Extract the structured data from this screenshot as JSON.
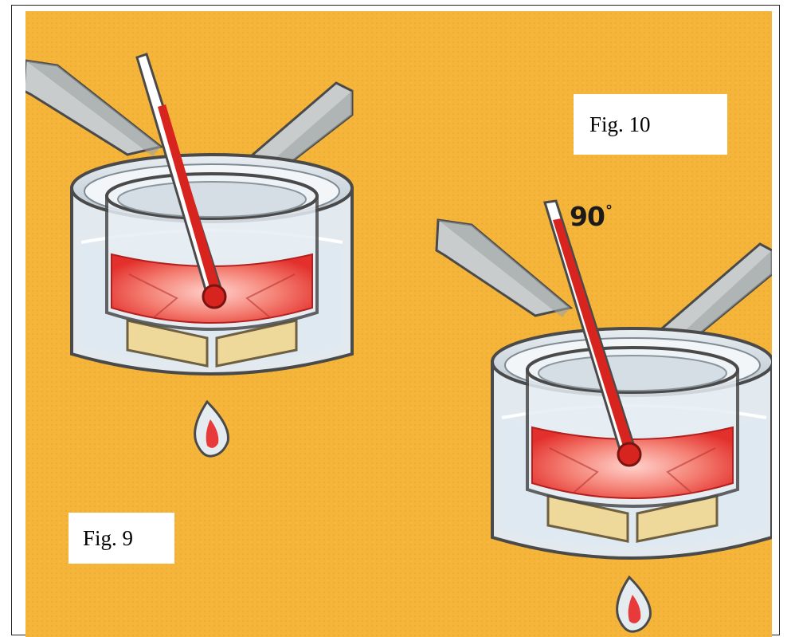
{
  "figures": {
    "fig9": {
      "label": "Fig. 9"
    },
    "fig10": {
      "label": "Fig. 10",
      "thermometer_reading": "90",
      "degree_symbol": "°"
    }
  },
  "colors": {
    "background": "#f4b53a",
    "liquid": "#e83a3a",
    "water": "#dfe9f2",
    "pan_rim": "#c8d6e0",
    "handle": "#c9cccc",
    "block": "#eed99a",
    "outline": "#4a4a4a"
  },
  "icons": [
    "thermometer-icon",
    "flame-icon",
    "saucepan-icon"
  ]
}
